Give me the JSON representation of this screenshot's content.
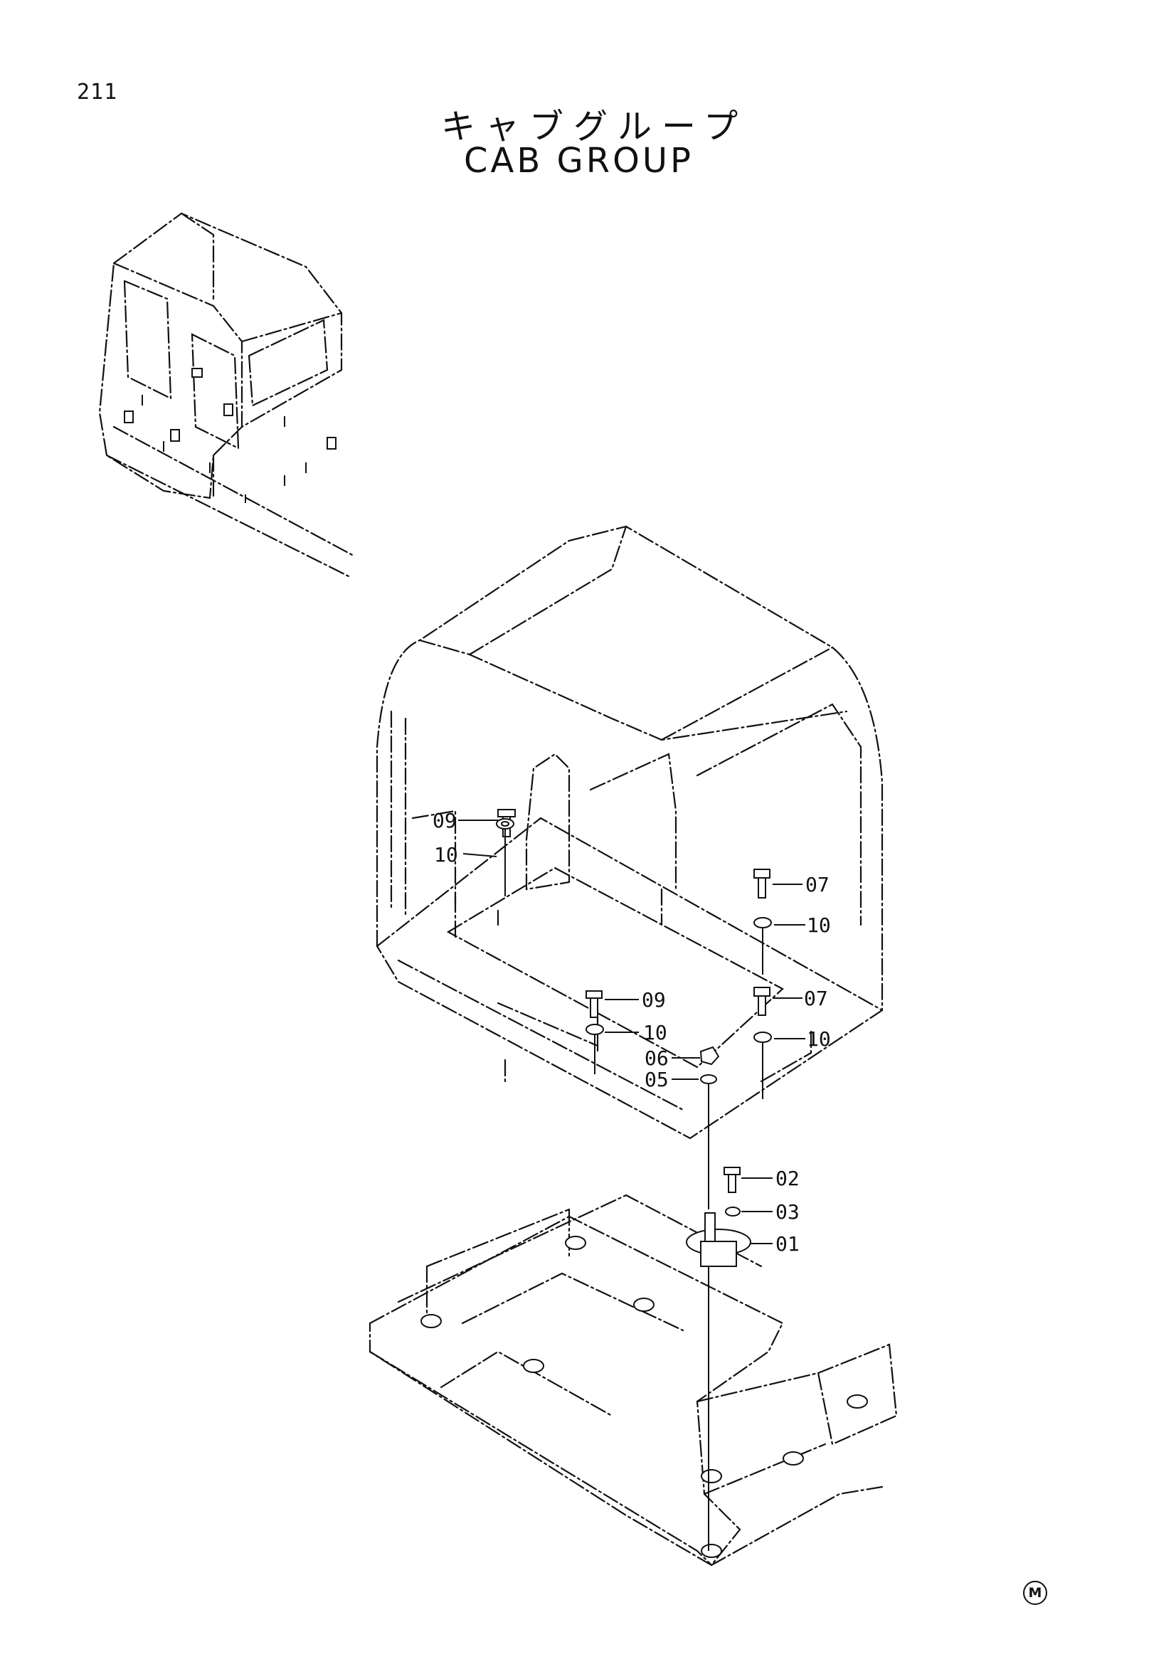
{
  "page_number": "211",
  "title_jp": "キャブグループ",
  "title_en": "CAB GROUP",
  "callouts": [
    {
      "id": "c09a",
      "label": "09"
    },
    {
      "id": "c10a",
      "label": "10"
    },
    {
      "id": "c07a",
      "label": "07"
    },
    {
      "id": "c10b",
      "label": "10"
    },
    {
      "id": "c09b",
      "label": "09"
    },
    {
      "id": "c10c",
      "label": "10"
    },
    {
      "id": "c07b",
      "label": "07"
    },
    {
      "id": "c10d",
      "label": "10"
    },
    {
      "id": "c06",
      "label": "06"
    },
    {
      "id": "c05",
      "label": "05"
    },
    {
      "id": "c02",
      "label": "02"
    },
    {
      "id": "c03",
      "label": "03"
    },
    {
      "id": "c01",
      "label": "01"
    }
  ],
  "corner_mark": "M"
}
